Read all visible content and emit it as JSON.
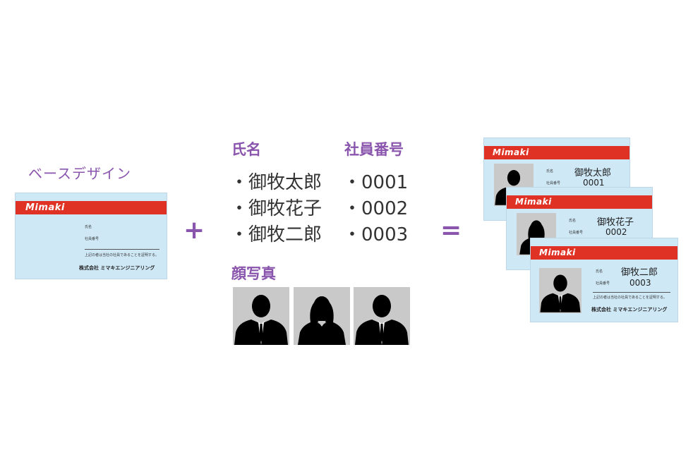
{
  "base_design": {
    "label": "ベースデザイン",
    "brand": "Mimaki",
    "field_name": "氏名",
    "field_number": "社員番号",
    "footer_note": "上記の者は当社の社員であることを証明する。",
    "company": "株式会社 ミマキエンジニアリング"
  },
  "operators": {
    "plus": "+",
    "equals": "="
  },
  "data_table": {
    "name_header": "氏名",
    "number_header": "社員番号",
    "names": [
      "・御牧太郎",
      "・御牧花子",
      "・御牧二郎"
    ],
    "numbers": [
      "・0001",
      "・0002",
      "・0003"
    ]
  },
  "photos": {
    "label": "顔写真",
    "items": [
      "male-silhouette",
      "female-silhouette",
      "male-silhouette"
    ]
  },
  "result_cards": [
    {
      "brand": "Mimaki",
      "field_name": "氏名",
      "field_number": "社員番号",
      "name": "御牧太郎",
      "number": "0001",
      "photo": "male-silhouette"
    },
    {
      "brand": "Mimaki",
      "field_name": "氏名",
      "field_number": "社員番号",
      "name": "御牧花子",
      "number": "0002",
      "photo": "female-silhouette"
    },
    {
      "brand": "Mimaki",
      "field_name": "氏名",
      "field_number": "社員番号",
      "name": "御牧二郎",
      "number": "0003",
      "photo": "male-silhouette",
      "footer_note": "上記の者は当社の社員であることを証明する。",
      "company": "株式会社 ミマキエンジニアリング"
    }
  ],
  "colors": {
    "accent_purple": "#8a55ad",
    "brand_red": "#e03224",
    "card_blue": "#cfe8f6"
  }
}
